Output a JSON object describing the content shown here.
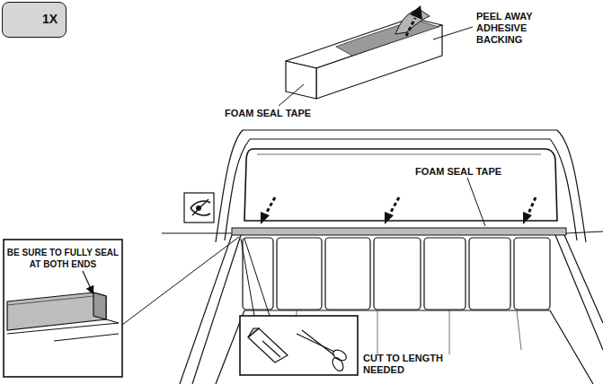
{
  "diagram": {
    "nodes": [
      {
        "text": [
          "1X"
        ]
      },
      {
        "text": [
          "BE SURE TO FULLY SEAL AT BOTH ENDS"
        ]
      }
    ],
    "labels": [
      "PEEL AWAY ADHESIVE BACKING",
      "FOAM SEAL TAPE",
      "FOAM SEAL TAPE",
      "CUT TO LENGTH NEEDED"
    ]
  }
}
